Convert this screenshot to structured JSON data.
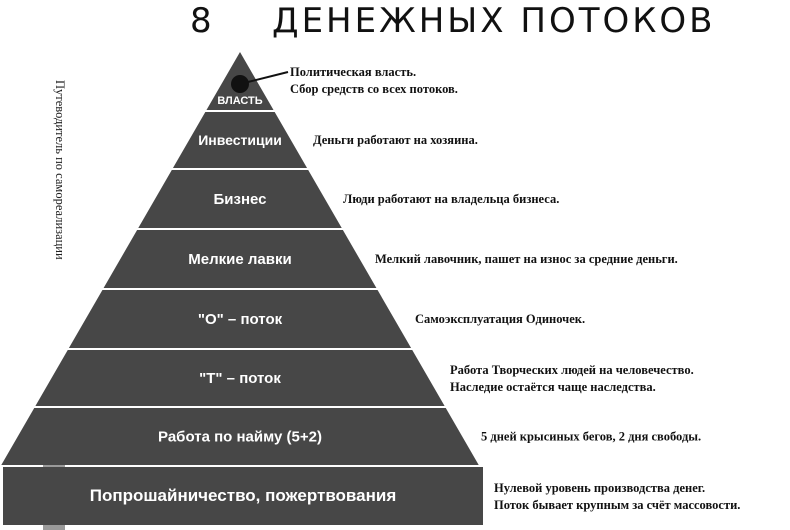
{
  "title": {
    "number": "8",
    "text": "ДЕНЕЖНЫХ ПОТОКОВ"
  },
  "side_caption": "Путеводитель по самореализации",
  "colors": {
    "band": "#474747",
    "text": "#ffffff",
    "tab": "#9a9a9a"
  },
  "levels": [
    {
      "label": "ВЛАСТЬ",
      "description": [
        "Политическая власть.",
        "Сбор средств со всех потоков."
      ]
    },
    {
      "label": "Инвестиции",
      "description": [
        "Деньги работают на хозяина."
      ]
    },
    {
      "label": "Бизнес",
      "description": [
        "Люди работают на владельца бизнеса."
      ]
    },
    {
      "label": "Мелкие лавки",
      "description": [
        "Мелкий лавочник, пашет на износ за средние деньги."
      ]
    },
    {
      "label": "\"О\" – поток",
      "description": [
        "Самоэксплуатация Одиночек."
      ]
    },
    {
      "label": "\"Т\" – поток",
      "description": [
        "Работа Творческих людей на человечество.",
        "Наследие остаётся чаще наследства."
      ]
    },
    {
      "label": "Работа по найму (5+2)",
      "description": [
        "5 дней крысиных бегов, 2 дня свободы."
      ]
    },
    {
      "label": "Попрошайничество, пожертвования",
      "description": [
        "Нулевой уровень производства денег.",
        "Поток бывает крупным за счёт массовости."
      ]
    }
  ]
}
